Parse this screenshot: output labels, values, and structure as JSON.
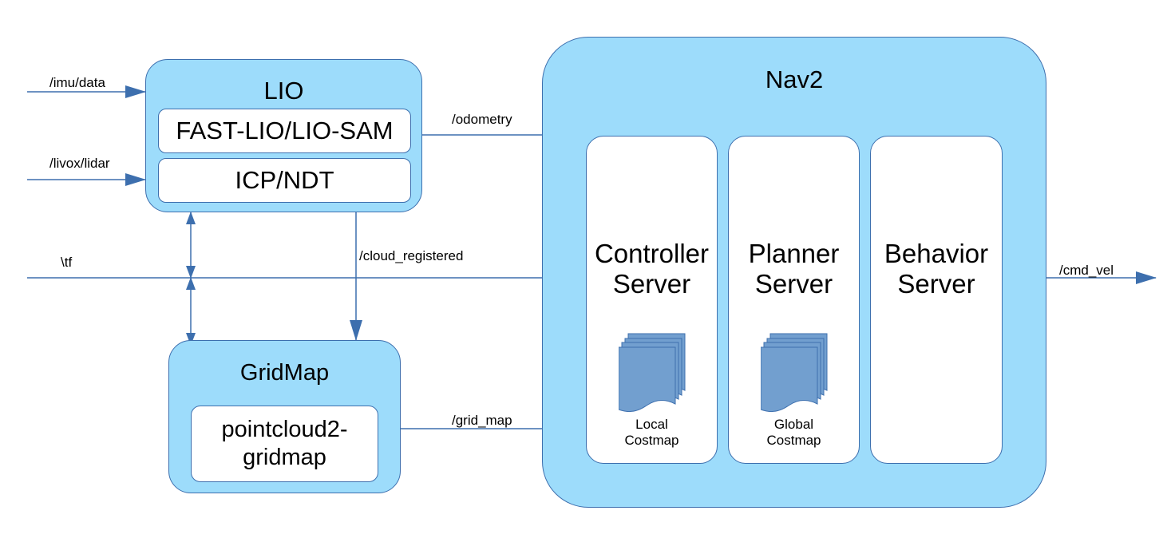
{
  "lio": {
    "title": "LIO",
    "modules": [
      "FAST-LIO/LIO-SAM",
      "ICP/NDT"
    ]
  },
  "gridmap": {
    "title": "GridMap",
    "module_line1": "pointcloud2-",
    "module_line2": "gridmap"
  },
  "nav2": {
    "title": "Nav2",
    "servers": [
      {
        "line1": "Controller",
        "line2": "Server",
        "costmap_line1": "Local",
        "costmap_line2": "Costmap"
      },
      {
        "line1": "Planner",
        "line2": "Server",
        "costmap_line1": "Global",
        "costmap_line2": "Costmap"
      },
      {
        "line1": "Behavior",
        "line2": "Server"
      }
    ]
  },
  "topics": {
    "imu": "/imu/data",
    "lidar": "/livox/lidar",
    "tf": "\\tf",
    "odometry": "/odometry",
    "cloud_registered": "/cloud_registered",
    "grid_map": "/grid_map",
    "cmd_vel": "/cmd_vel"
  },
  "colors": {
    "box_fill": "#9ddcfb",
    "inner_fill": "#ffffff",
    "stroke": "#3d6fae",
    "doc_fill": "#729fcf"
  },
  "icons": [
    "document-stack-icon",
    "document-stack-icon"
  ]
}
